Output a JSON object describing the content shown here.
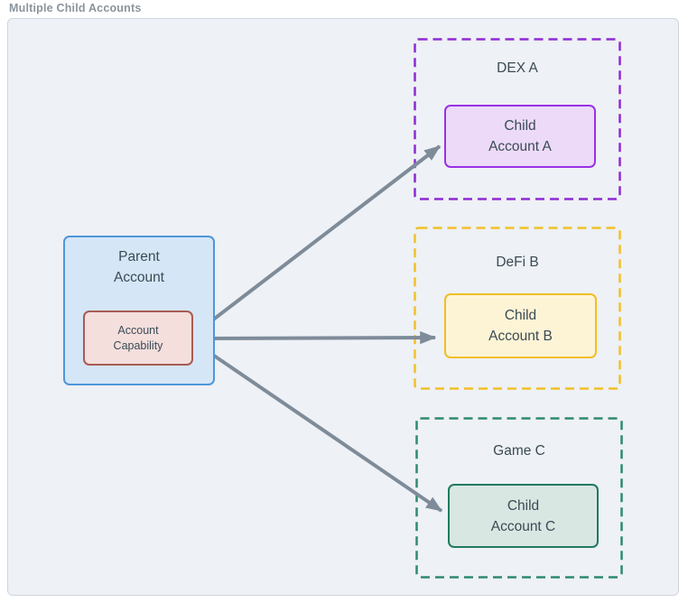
{
  "title": "Multiple Child Accounts",
  "parent_account": {
    "label": "Parent\nAccount",
    "capability_label": "Account\nCapability"
  },
  "groups": [
    {
      "label": "DEX A",
      "child_label": "Child\nAccount A",
      "accent": "#8d2ad4",
      "child_bg": "#ecdaf8",
      "child_border": "#9a31e6"
    },
    {
      "label": "DeFi B",
      "child_label": "Child\nAccount B",
      "accent": "#f2c028",
      "child_bg": "#fdf4d6",
      "child_border": "#f0be25"
    },
    {
      "label": "Game C",
      "child_label": "Child\nAccount C",
      "accent": "#2f8a6e",
      "child_bg": "#d9e7e2",
      "child_border": "#21795f"
    }
  ],
  "colors": {
    "container_bg": "#eef1f5",
    "container_border": "#ced6de",
    "parent_bg": "#d5e6f7",
    "parent_border": "#4e96d9",
    "capability_bg": "#f4dfdd",
    "capability_border": "#a85b54",
    "arrow": "#7e8b99",
    "text": "#3b4a55",
    "title": "#8b949d"
  }
}
